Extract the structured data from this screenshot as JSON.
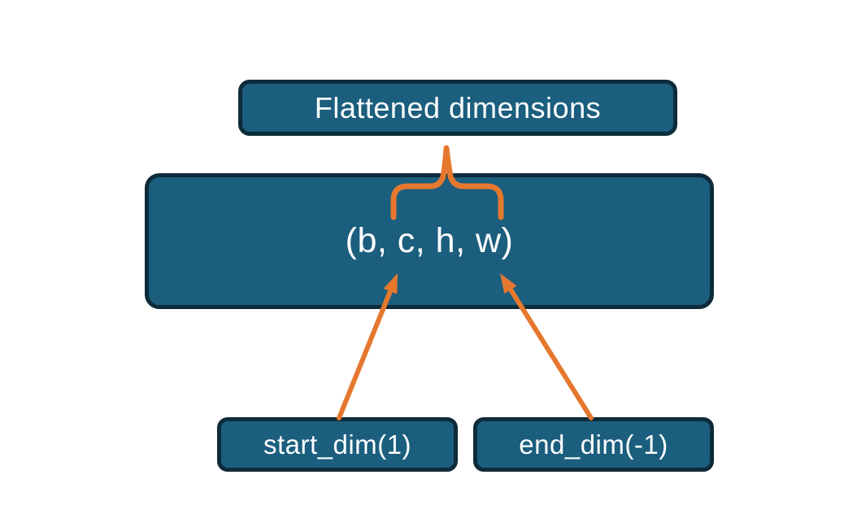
{
  "diagram": {
    "title_box": {
      "label": "Flattened dimensions"
    },
    "tensor_box": {
      "label": "(b, c, h, w)"
    },
    "param_boxes": [
      {
        "label": "start_dim(1)"
      },
      {
        "label": "end_dim(-1)"
      }
    ]
  },
  "colors": {
    "box_fill": "#1B5E7E",
    "box_border": "#0E2B3A",
    "accent_orange": "#E5782E",
    "text": "#FFFFFF",
    "background": "#FFFFFF"
  }
}
